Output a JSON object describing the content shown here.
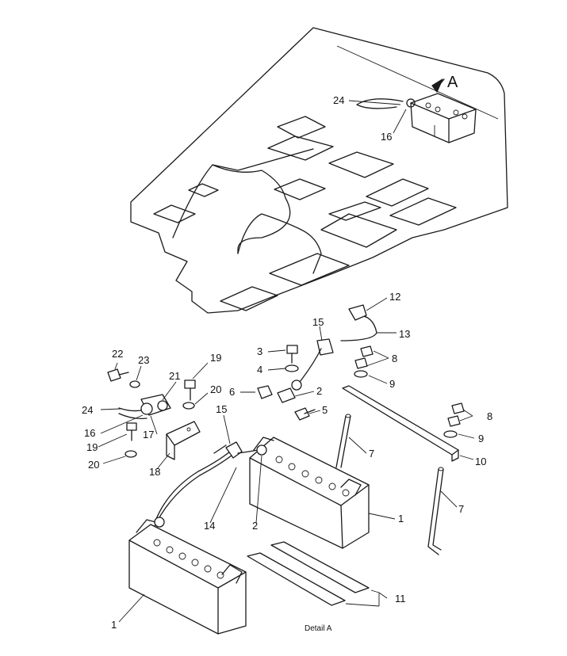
{
  "detail_marker": "A",
  "caption": "Detail A",
  "callouts": {
    "c24_top": "24",
    "c16_top": "16",
    "c12": "12",
    "c15_top": "15",
    "c13": "13",
    "c3": "3",
    "c4": "4",
    "c8_mid": "8",
    "c9_mid": "9",
    "c22": "22",
    "c23": "23",
    "c19_top": "19",
    "c21": "21",
    "c20_top": "20",
    "c6": "6",
    "c2_mid": "2",
    "c5": "5",
    "c24_left": "24",
    "c16_left": "16",
    "c17": "17",
    "c19_left": "19",
    "c20_left": "20",
    "c18": "18",
    "c15_low": "15",
    "c7_mid": "7",
    "c8_right": "8",
    "c9_right": "9",
    "c10": "10",
    "c7_right": "7",
    "c14": "14",
    "c2_low": "2",
    "c1_right": "1",
    "c11": "11",
    "c1_left": "1"
  }
}
